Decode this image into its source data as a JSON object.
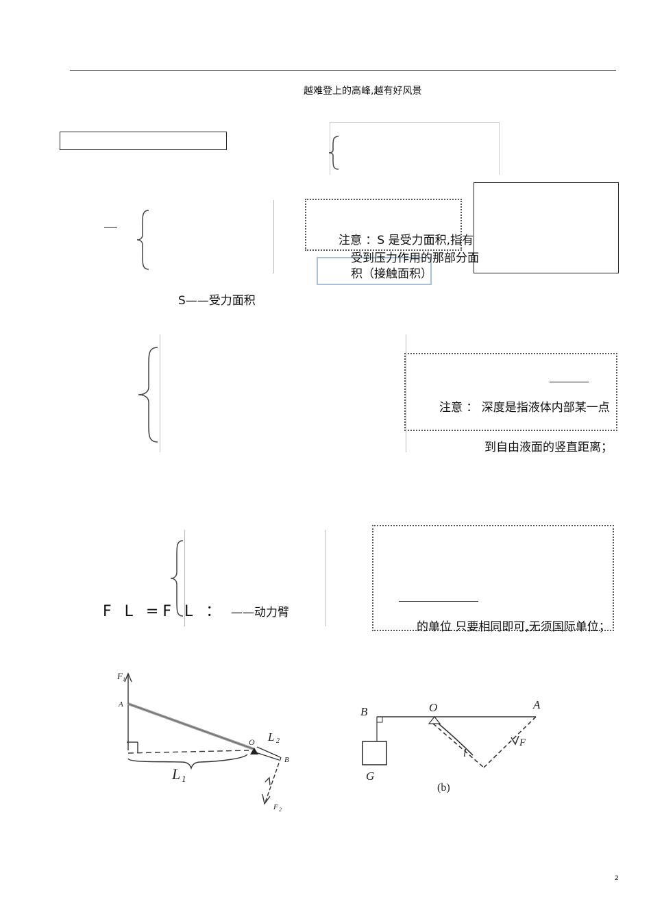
{
  "header": {
    "motto": "越难登上的高峰,越有好风景"
  },
  "pressure": {
    "note_line1": "注意 ：S 是受力面积,指有",
    "note_line2": "受到压力作用的那部分面",
    "note_line3": "积（接触面积）",
    "area_label": "S——受力面积"
  },
  "liquid": {
    "note_line1": "注意 ： 深度是指液体内部某一点",
    "note_line2": "到自由液面的竖直距离；"
  },
  "lever": {
    "formula": "F L =F L ：",
    "arm_label": "——动力臂",
    "unit_note": "的单位 只要相同即可,无须国际单位；"
  },
  "figure_left": {
    "labels": [
      "F₁",
      "A",
      "O",
      "L₂",
      "B",
      "L₁",
      "F₂"
    ]
  },
  "figure_right": {
    "labels": [
      "B",
      "O",
      "A",
      "F",
      "l",
      "G",
      "(b)"
    ]
  },
  "footer": {
    "page_number": "2"
  }
}
